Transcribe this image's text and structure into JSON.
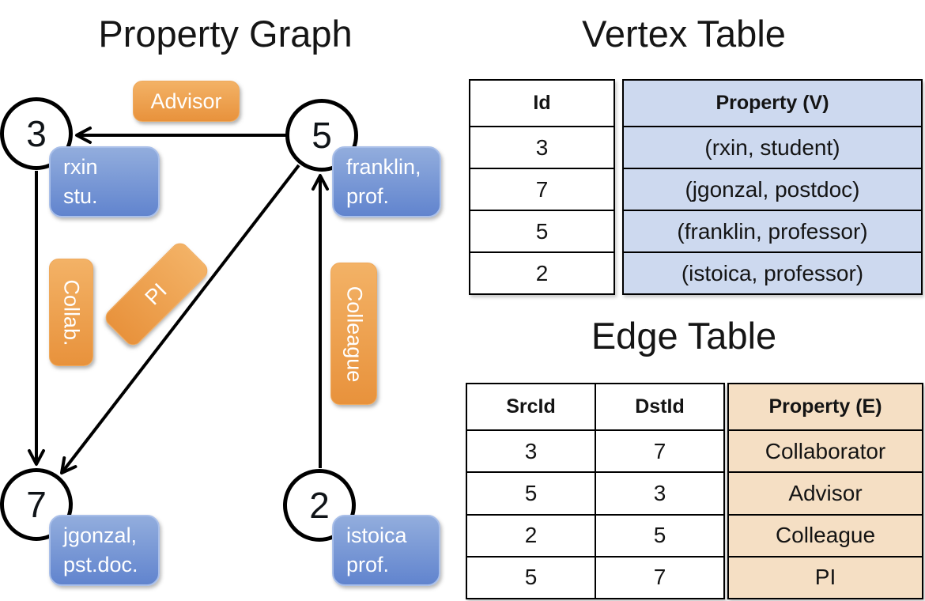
{
  "graph": {
    "title": "Property Graph",
    "nodes": [
      {
        "id": "3",
        "prop_line1": "rxin",
        "prop_line2": "stu."
      },
      {
        "id": "5",
        "prop_line1": "franklin,",
        "prop_line2": "prof."
      },
      {
        "id": "7",
        "prop_line1": "jgonzal,",
        "prop_line2": "pst.doc."
      },
      {
        "id": "2",
        "prop_line1": "istoica",
        "prop_line2": "prof."
      }
    ],
    "edge_labels": {
      "advisor": "Advisor",
      "collab": "Collab.",
      "pi": "PI",
      "colleague": "Colleague"
    }
  },
  "vertex_table": {
    "title": "Vertex Table",
    "headers": {
      "id": "Id",
      "property": "Property (V)"
    },
    "rows": [
      {
        "id": "3",
        "property": "(rxin, student)"
      },
      {
        "id": "7",
        "property": "(jgonzal, postdoc)"
      },
      {
        "id": "5",
        "property": "(franklin, professor)"
      },
      {
        "id": "2",
        "property": "(istoica, professor)"
      }
    ]
  },
  "edge_table": {
    "title": "Edge Table",
    "headers": {
      "src": "SrcId",
      "dst": "DstId",
      "property": "Property (E)"
    },
    "rows": [
      {
        "src": "3",
        "dst": "7",
        "property": "Collaborator"
      },
      {
        "src": "5",
        "dst": "3",
        "property": "Advisor"
      },
      {
        "src": "2",
        "dst": "5",
        "property": "Colleague"
      },
      {
        "src": "5",
        "dst": "7",
        "property": "PI"
      }
    ]
  },
  "colors": {
    "orange_top": "#f3b266",
    "orange_bottom": "#e8923c",
    "blue_top": "#92addd",
    "blue_bottom": "#6184ce",
    "vertex_cell_blue": "#cdd9ef",
    "edge_cell_tan": "#f5dfc4"
  }
}
